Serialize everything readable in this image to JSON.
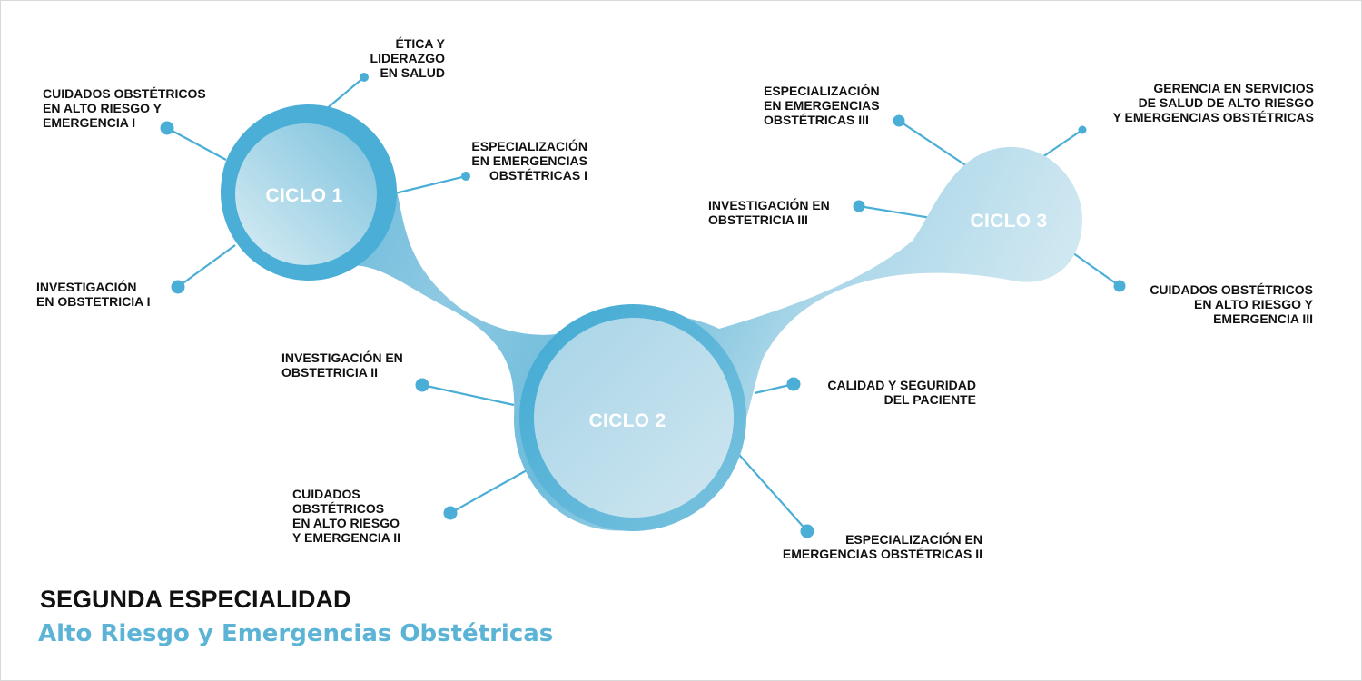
{
  "colors": {
    "primary": "#4aaed6",
    "light": "#c3e2ef",
    "pale": "#e4f2f7",
    "text": "#111111",
    "accent_text": "#5bb3d6"
  },
  "title": "SEGUNDA ESPECIALIDAD",
  "subtitle": "Alto Riesgo y Emergencias Obstétricas",
  "cycles": {
    "c1": "CICLO 1",
    "c2": "CICLO 2",
    "c3": "CICLO 3"
  },
  "courses": {
    "c1_etica": "ÉTICA Y\nLIDERAZGO\nEN SALUD",
    "c1_cuidados": "CUIDADOS OBSTÉTRICOS\nEN ALTO RIESGO Y\nEMERGENCIA I",
    "c1_especializacion": "ESPECIALIZACIÓN\nEN EMERGENCIAS\nOBSTÉTRICAS I",
    "c1_investigacion": "INVESTIGACIÓN\nEN OBSTETRICIA I",
    "c2_investigacion": "INVESTIGACIÓN EN\nOBSTETRICIA II",
    "c2_cuidados": "CUIDADOS\nOBSTÉTRICOS\nEN ALTO RIESGO\nY EMERGENCIA II",
    "c2_calidad": "CALIDAD Y SEGURIDAD\nDEL PACIENTE",
    "c2_especializacion": "ESPECIALIZACIÓN EN\nEMERGENCIAS OBSTÉTRICAS II",
    "c3_especializacion": "ESPECIALIZACIÓN\nEN EMERGENCIAS\nOBSTÉTRICAS III",
    "c3_gerencia": "GERENCIA EN SERVICIOS\nDE SALUD DE ALTO RIESGO\nY EMERGENCIAS OBSTÉTRICAS",
    "c3_investigacion": "INVESTIGACIÓN EN\nOBSTETRICIA III",
    "c3_cuidados": "CUIDADOS OBSTÉTRICOS\nEN ALTO RIESGO Y\nEMERGENCIA III"
  }
}
